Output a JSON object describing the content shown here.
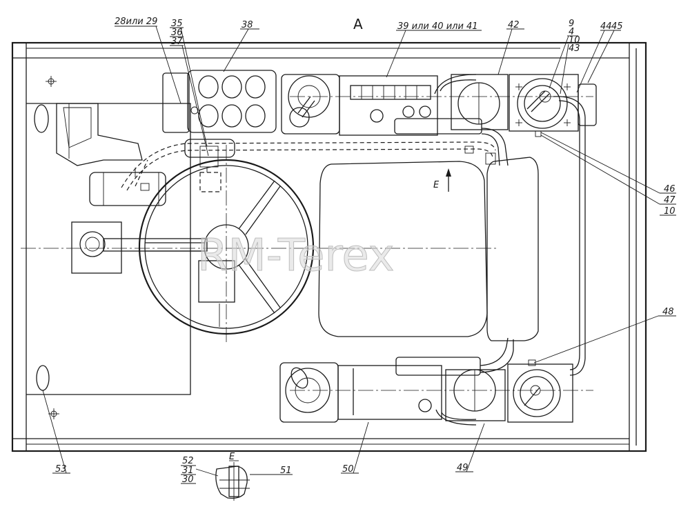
{
  "view_label": "A",
  "section_label": "E",
  "arrow_label": "E",
  "watermark": "RM-Terex",
  "callouts": {
    "top_left": "28или 29",
    "c35": "35",
    "c36": "36",
    "c37": "37",
    "c38": "38",
    "c39": "39 или 40 или 41",
    "c42": "42",
    "c9": "9",
    "c4": "4",
    "c10a": "10",
    "c43": "43",
    "c44": "44",
    "c45": "45",
    "c46": "46",
    "c47": "47",
    "c10b": "10",
    "c48": "48",
    "c49": "49",
    "c50": "50",
    "c51": "51",
    "c52": "52",
    "c31": "31",
    "c30": "30",
    "c53": "53"
  }
}
